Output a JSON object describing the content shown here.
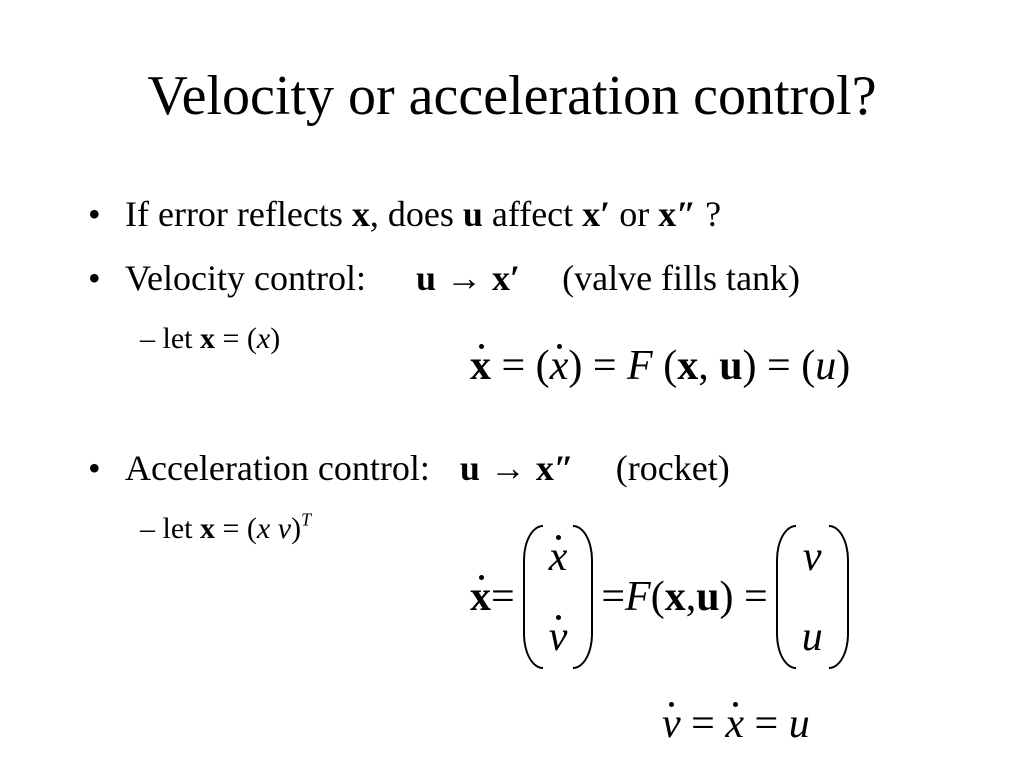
{
  "title": "Velocity or acceleration control?",
  "bullet1": {
    "t1": "If error reflects ",
    "x": "x",
    "t2": ", does ",
    "u": "u",
    "t3": " affect ",
    "xp": "x′",
    "t4": " or ",
    "xpp": "x″",
    "t5": " ?"
  },
  "bullet2": {
    "label": "Velocity control:",
    "u": "u",
    "arrow": "→",
    "xp": "x′",
    "note": "(valve fills tank)"
  },
  "sub1": {
    "t1": "– let ",
    "x": "x",
    "t2": " = (",
    "xi": "x",
    "t3": ")"
  },
  "eq1": {
    "x": "x",
    "eq1": " = (",
    "xi": "x",
    "mid": ") = ",
    "F": "F",
    "args1": " (",
    "bx": "x",
    "comma": ", ",
    "bu": "u",
    "args2": ") = (",
    "ui": "u",
    "close": ")"
  },
  "bullet3": {
    "label": "Acceleration control:",
    "u": "u",
    "arrow": "→",
    "xpp": "x″",
    "note": "(rocket)"
  },
  "sub2": {
    "t1": "– let ",
    "x": "x",
    "t2": " = (",
    "xi": "x",
    "sp": " ",
    "vi": "v",
    "t3": ")",
    "T": "T"
  },
  "eq2": {
    "x": "x",
    "eq1": " =",
    "top_left": "x",
    "bottom_left": "v",
    "mid": " = ",
    "F": "F",
    "args1": " (",
    "bx": "x",
    "comma": ", ",
    "bu": "u",
    "args2": ") =",
    "top_right": "v",
    "bottom_right": "u"
  },
  "eq3": {
    "v": "v",
    "eq1": " = ",
    "x": "x",
    "eq2": " = ",
    "u": "u"
  }
}
